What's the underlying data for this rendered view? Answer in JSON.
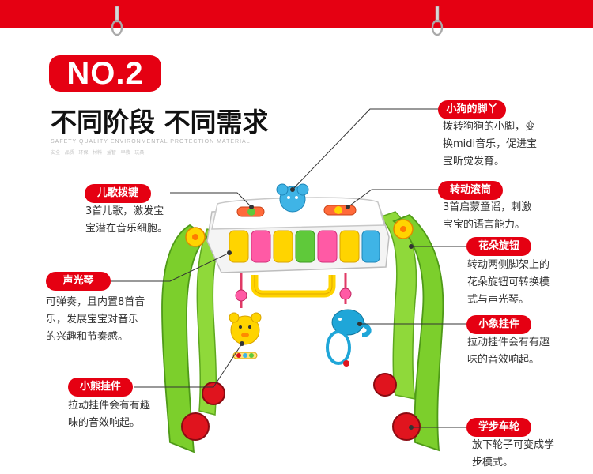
{
  "badge": "NO.2",
  "headline": "不同阶段 不同需求",
  "subtext": "SAFETY QUALITY ENVIRONMENTAL PROTECTION MATERIAL",
  "subtext2": "安全 · 品质 · 环保 · 材料 · 益智 · 早教 · 玩具",
  "callouts": {
    "dog_feet": {
      "label": "小狗的脚丫",
      "line1": "拨转狗狗的小脚，变",
      "line2": "换midi音乐，促进宝",
      "line3": "宝听觉发育。"
    },
    "nursery_keys": {
      "label": "儿歌拨键",
      "line1": "3首儿歌，激发宝",
      "line2": "宝潜在音乐细胞。"
    },
    "roller": {
      "label": "转动滚筒",
      "line1": "3首启蒙童谣，刺激",
      "line2": "宝宝的语言能力。"
    },
    "flower_knob": {
      "label": "花朵旋钮",
      "line1": "转动两侧脚架上的",
      "line2": "花朵旋钮可转换模",
      "line3": "式与声光琴。"
    },
    "piano": {
      "label": "声光琴",
      "line1": "可弹奏，且内置8首音",
      "line2": "乐，发展宝宝对音乐",
      "line3": "的兴趣和节奏感。"
    },
    "elephant": {
      "label": "小象挂件",
      "line1": "拉动挂件会有有趣",
      "line2": "味的音效响起。"
    },
    "bear": {
      "label": "小熊挂件",
      "line1": "拉动挂件会有有趣",
      "line2": "味的音效响起。"
    },
    "wheels": {
      "label": "学步车轮",
      "line1": "放下轮子可变成学",
      "line2": "步模式。"
    }
  },
  "colors": {
    "brand_red": "#e50012",
    "frame_green": "#7ccf2c",
    "wheel_red": "#e0141e"
  }
}
